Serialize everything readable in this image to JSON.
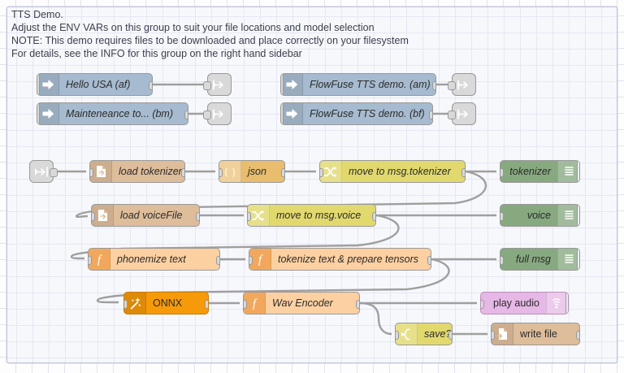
{
  "editor": {
    "name": "node-red-flow-editor",
    "canvas_bg": "#fdfdfd",
    "grid_color": "#e3e3ef"
  },
  "group": {
    "name": "tts-demo-group",
    "border_color": "#bfc3d9",
    "fill_color": "#f7f8fc",
    "label_lines": [
      "TTS Demo.",
      "Adjust the ENV VARs on this group to suit your file locations and model selection",
      "NOTE: This demo requires files to be downloaded and place correctly on your filesystem",
      "For details, see the INFO for this group on the right hand sidebar"
    ],
    "label_text": "TTS Demo.\nAdjust the ENV VARs on this group to suit your file locations and model selection\nNOTE: This demo requires files to be downloaded and place correctly on your filesystem\nFor details, see the INFO for this group on the right hand sidebar"
  },
  "nodes": {
    "inject_hello_usa": {
      "label": "Hello USA (af)",
      "type": "inject",
      "color": "#a6bbcf",
      "icon": "inject-arrow-icon"
    },
    "inject_maintenance": {
      "label": "Mainteneance to... (bm)",
      "type": "inject",
      "color": "#a6bbcf",
      "icon": "inject-arrow-icon"
    },
    "inject_ff_am": {
      "label": "FlowFuse TTS demo. (am)",
      "type": "inject",
      "color": "#a6bbcf",
      "icon": "inject-arrow-icon"
    },
    "inject_ff_bf": {
      "label": "FlowFuse TTS demo. (bf)",
      "type": "inject",
      "color": "#a6bbcf",
      "icon": "inject-arrow-icon"
    },
    "link_out_1": {
      "label": "",
      "type": "link-out",
      "icon": "link-out-icon"
    },
    "link_out_2": {
      "label": "",
      "type": "link-out",
      "icon": "link-out-icon"
    },
    "link_out_3": {
      "label": "",
      "type": "link-out",
      "icon": "link-out-icon"
    },
    "link_out_4": {
      "label": "",
      "type": "link-out",
      "icon": "link-out-icon"
    },
    "link_in_1": {
      "label": "",
      "type": "link-in",
      "icon": "link-in-icon"
    },
    "load_tokenizer": {
      "label": "load tokenizer",
      "type": "file-in",
      "color": "#debd9b",
      "icon": "file-icon"
    },
    "json": {
      "label": "json",
      "type": "json",
      "color": "#e8bd6d",
      "icon": "braces-icon"
    },
    "move_tokenizer": {
      "label": "move to msg.tokenizer",
      "type": "change",
      "color": "#e2d96e",
      "icon": "shuffle-icon"
    },
    "debug_tokenizer": {
      "label": "tokenizer",
      "type": "debug",
      "color": "#87a980",
      "icon": "debug-bars-icon"
    },
    "load_voicefile": {
      "label": "load voiceFile",
      "type": "file-in",
      "color": "#debd9b",
      "icon": "file-icon"
    },
    "move_voice": {
      "label": "move to msg.voice",
      "type": "change",
      "color": "#e2d96e",
      "icon": "shuffle-icon"
    },
    "debug_voice": {
      "label": "voice",
      "type": "debug",
      "color": "#87a980",
      "icon": "debug-bars-icon"
    },
    "phonemize_text": {
      "label": "phonemize text",
      "type": "function",
      "color": "#fdd0a2",
      "icon": "function-f-icon"
    },
    "tokenize_prepare": {
      "label": "tokenize text & prepare tensors",
      "type": "function",
      "color": "#fdd0a2",
      "icon": "function-f-icon"
    },
    "debug_full_msg": {
      "label": "full msg",
      "type": "debug",
      "color": "#87a980",
      "icon": "debug-bars-icon"
    },
    "onnx": {
      "label": "ONNX",
      "type": "onnx",
      "color": "#f79a09",
      "icon": "magic-wand-icon"
    },
    "wav_encoder": {
      "label": "Wav Encoder",
      "type": "function",
      "color": "#fdd0a2",
      "icon": "function-f-icon"
    },
    "play_audio": {
      "label": "play audio",
      "type": "audio-out",
      "color": "#e6b8e6",
      "icon": "speaker-icon"
    },
    "save_switch": {
      "label": "save?",
      "type": "switch",
      "color": "#e2d96e",
      "icon": "switch-icon"
    },
    "write_file": {
      "label": "write file",
      "type": "file-out",
      "color": "#debd9b",
      "icon": "file-write-icon"
    }
  }
}
